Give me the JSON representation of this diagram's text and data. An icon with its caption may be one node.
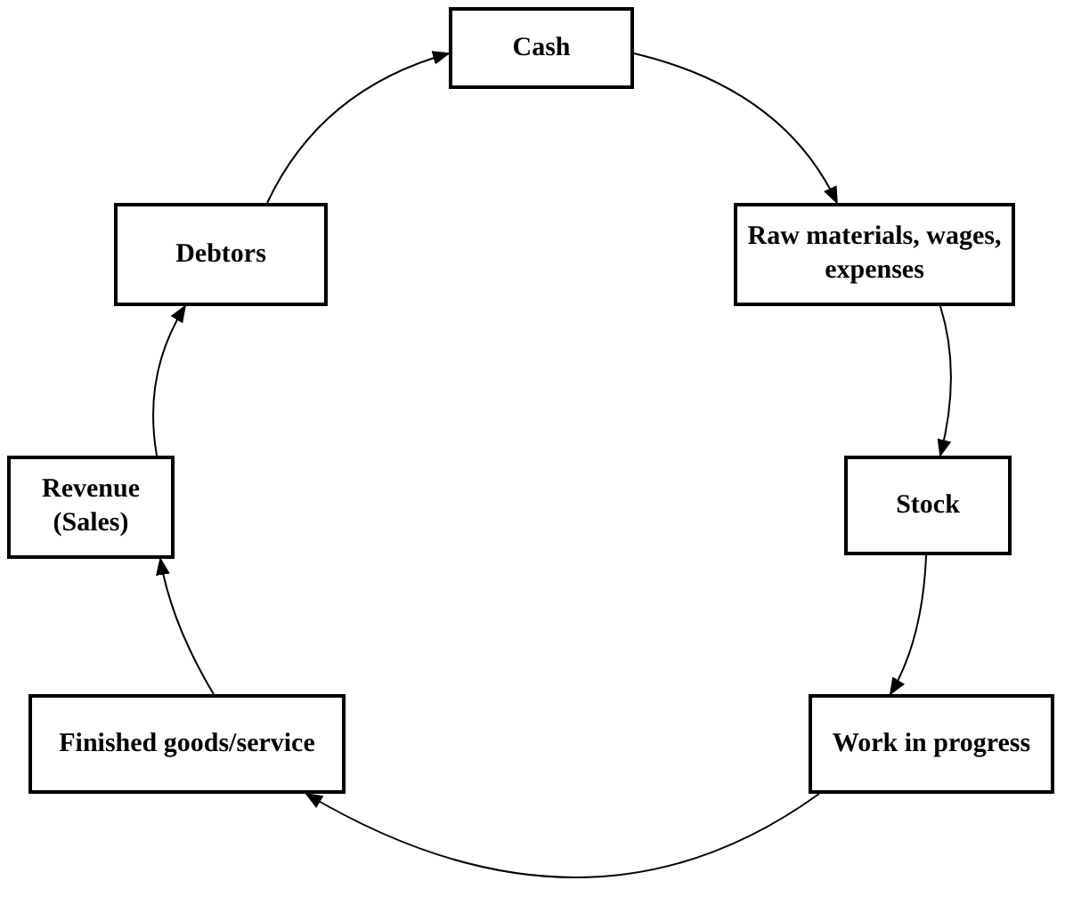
{
  "diagram": {
    "nodes": [
      {
        "text": [
          "Cash"
        ]
      },
      {
        "text": [
          "Raw materials, wages, expenses"
        ]
      },
      {
        "text": [
          "Stock"
        ]
      },
      {
        "text": [
          "Work in progress"
        ]
      },
      {
        "text": [
          "Finished goods/service"
        ]
      },
      {
        "text": [
          "Revenue (Sales)"
        ]
      },
      {
        "text": [
          "Debtors"
        ]
      }
    ],
    "edges": [
      {
        "from": 0,
        "to": 1,
        "arrow": "to"
      },
      {
        "from": 1,
        "to": 2,
        "arrow": "to"
      },
      {
        "from": 2,
        "to": 3,
        "arrow": "to"
      },
      {
        "from": 3,
        "to": 4,
        "arrow": "to"
      },
      {
        "from": 4,
        "to": 5,
        "arrow": "to"
      },
      {
        "from": 5,
        "to": 6,
        "arrow": "to"
      },
      {
        "from": 6,
        "to": 0,
        "arrow": "to"
      }
    ]
  }
}
